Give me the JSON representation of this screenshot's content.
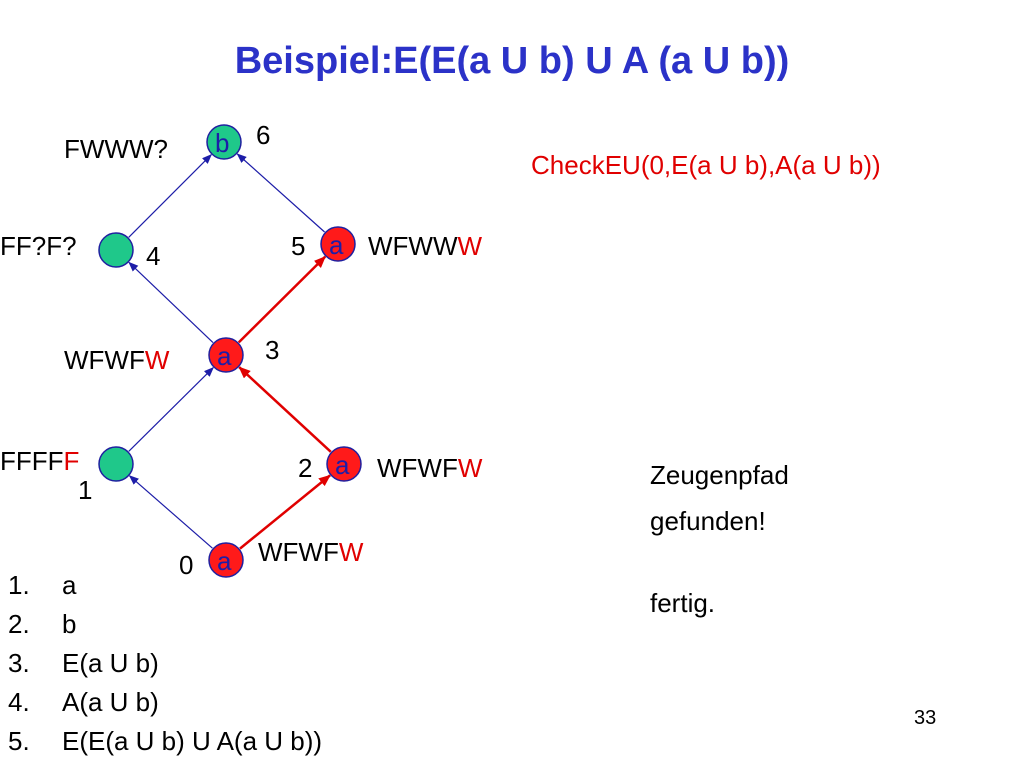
{
  "title": "Beispiel:E(E(a U b) U A (a U b))",
  "check_call": "CheckEU(0,E(a U b),A(a U b))",
  "nodes": [
    {
      "id": "0",
      "letter": "a",
      "color": "#ff1a1a",
      "label_main": "WFWF",
      "label_red": "W"
    },
    {
      "id": "1",
      "letter": "",
      "color": "#1fc88a",
      "label_main": "FFFF",
      "label_red": "F"
    },
    {
      "id": "2",
      "letter": "a",
      "color": "#ff1a1a",
      "label_main": "WFWF",
      "label_red": "W"
    },
    {
      "id": "3",
      "letter": "a",
      "color": "#ff1a1a",
      "label_main": "WFWF",
      "label_red": "W"
    },
    {
      "id": "4",
      "letter": "",
      "color": "#1fc88a",
      "label_main": "FF?F?",
      "label_red": ""
    },
    {
      "id": "5",
      "letter": "a",
      "color": "#ff1a1a",
      "label_main": "WFWW",
      "label_red": "W"
    },
    {
      "id": "6",
      "letter": "b",
      "color": "#1fc88a",
      "label_main": "FWWW?",
      "label_red": ""
    }
  ],
  "edges": [
    {
      "from": "0",
      "to": "1",
      "highlight": false
    },
    {
      "from": "0",
      "to": "2",
      "highlight": true
    },
    {
      "from": "1",
      "to": "3",
      "highlight": false
    },
    {
      "from": "2",
      "to": "3",
      "highlight": true
    },
    {
      "from": "3",
      "to": "4",
      "highlight": false
    },
    {
      "from": "3",
      "to": "5",
      "highlight": true
    },
    {
      "from": "4",
      "to": "6",
      "highlight": false
    },
    {
      "from": "5",
      "to": "6",
      "highlight": false
    }
  ],
  "colors": {
    "title": "#2b32c8",
    "edge": "#1d1da8",
    "edge_highlight": "#e00000",
    "node_border": "#2020a0"
  },
  "notes": {
    "line1": "Zeugenpfad",
    "line2": "gefunden!",
    "line3": "fertig."
  },
  "formulas": [
    {
      "num": "1.",
      "text": "a"
    },
    {
      "num": "2.",
      "text": "b"
    },
    {
      "num": "3.",
      "text": "E(a U b)"
    },
    {
      "num": "4.",
      "text": "A(a U b)"
    },
    {
      "num": "5.",
      "text": "E(E(a U b) U A(a U b))"
    }
  ],
  "page_number": "33"
}
